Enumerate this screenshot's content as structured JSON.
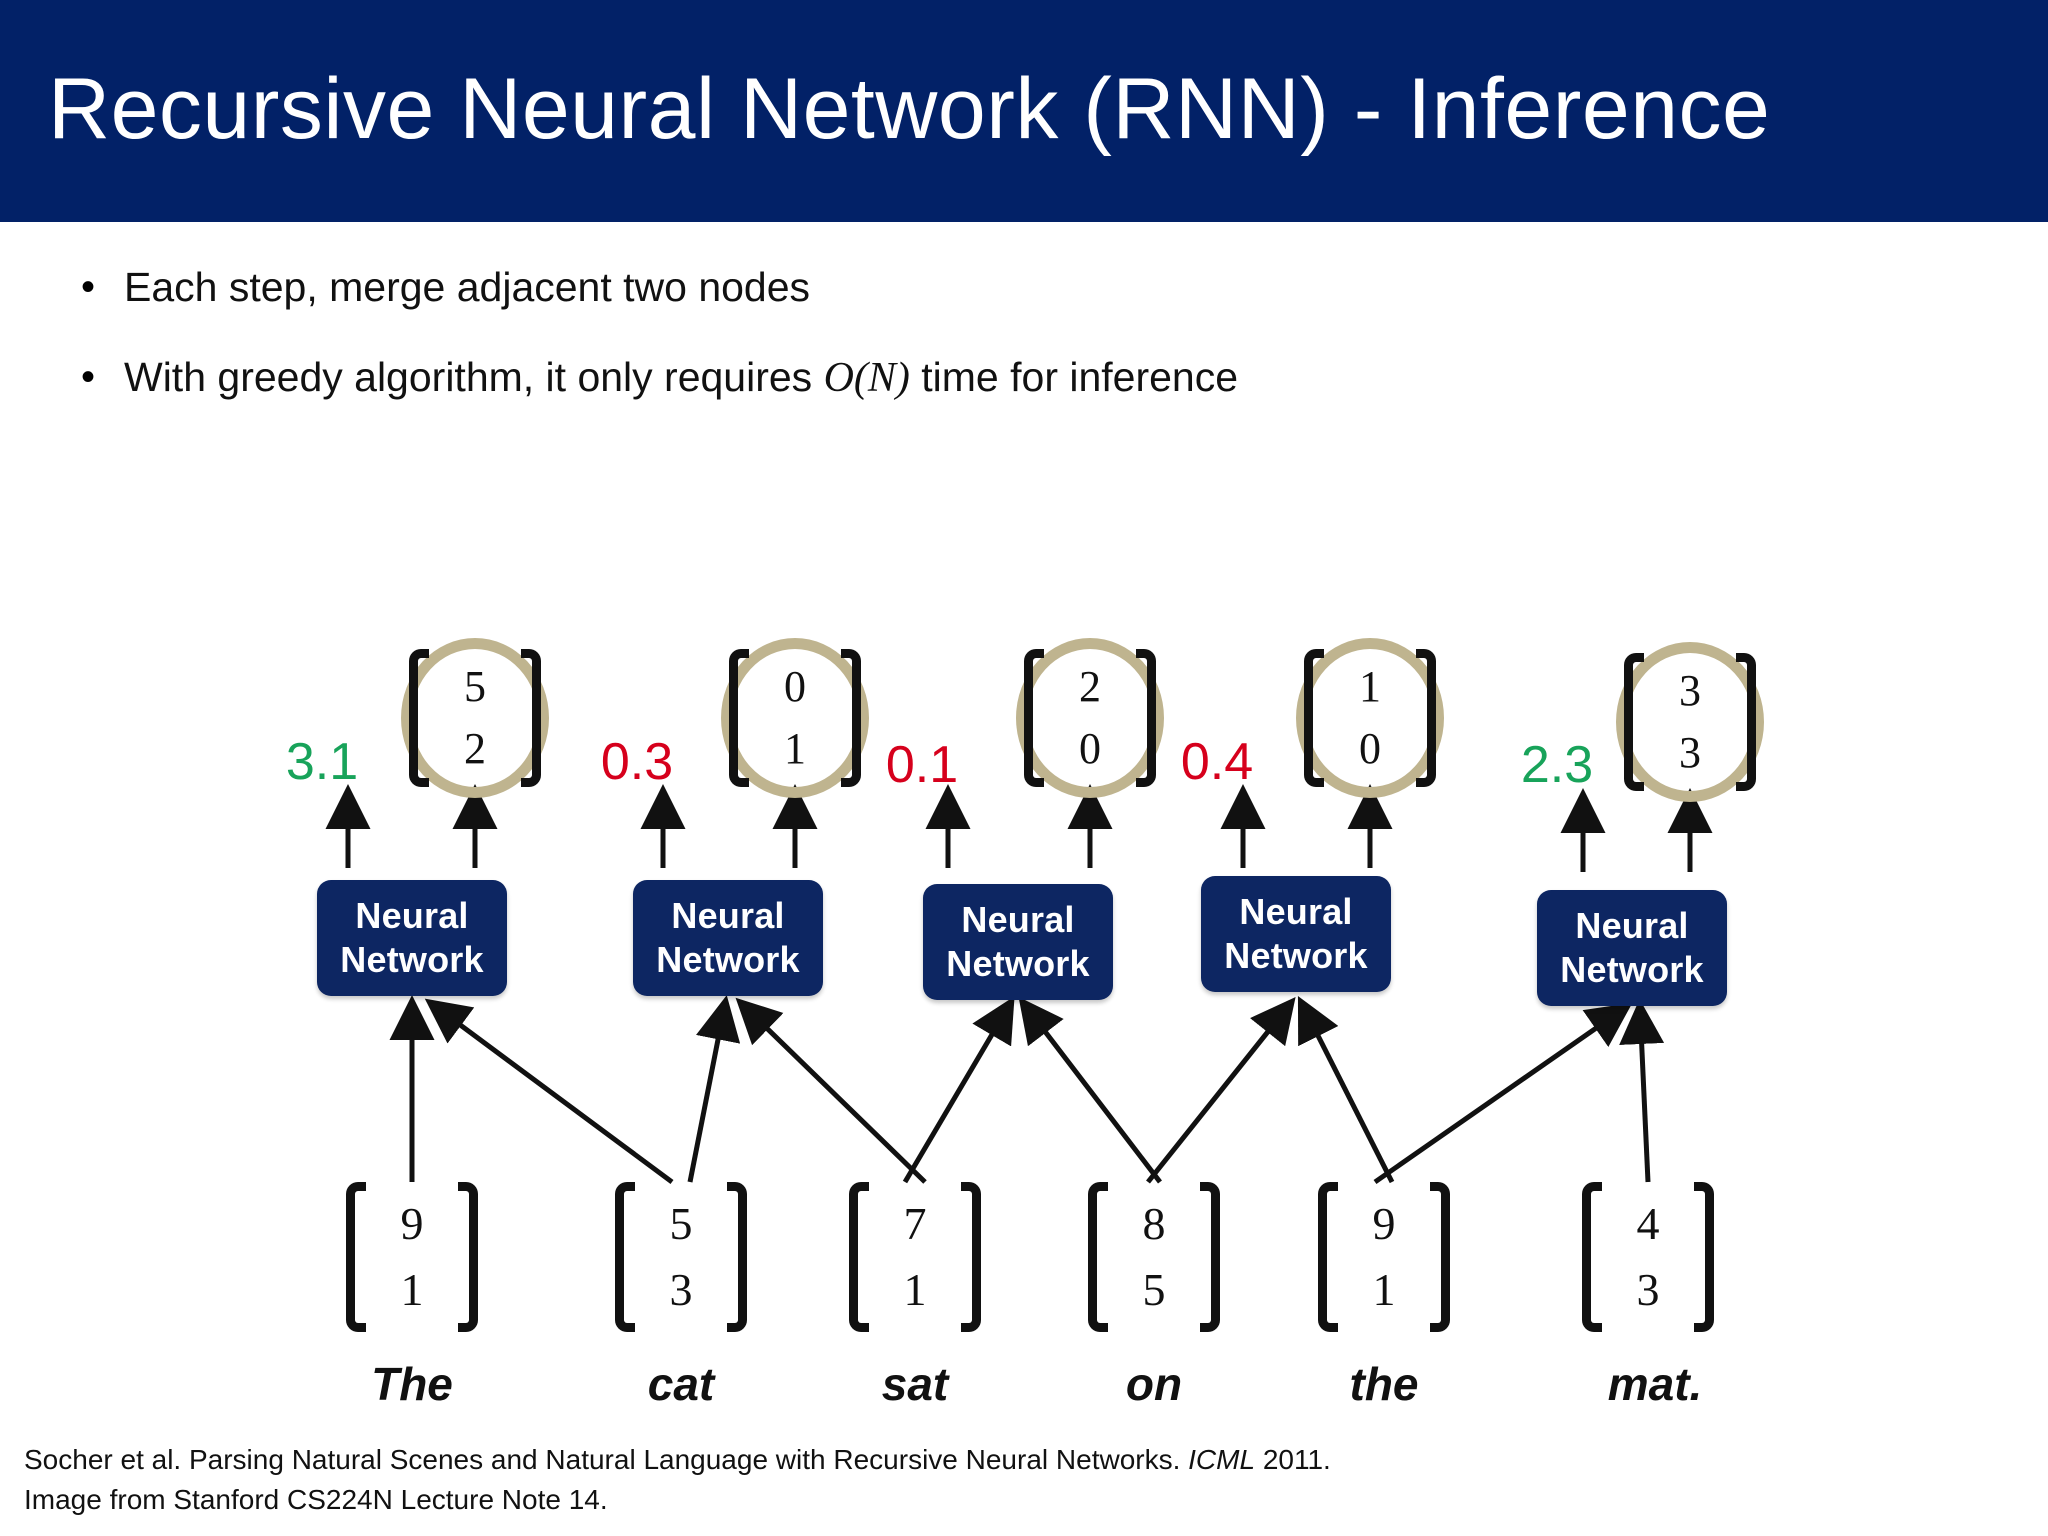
{
  "slide": {
    "title": "Recursive Neural Network (RNN) - Inference",
    "theme": {
      "header_bg": "#022167",
      "header_fg": "#ffffff",
      "box_bg": "#0d2662",
      "box_fg": "#ffffff",
      "circle_stroke": "#bfb48f",
      "score_green": "#18a35a",
      "score_red": "#d6001c",
      "body_bg": "#ffffff"
    },
    "bullets": [
      {
        "marker": "•",
        "text": "Each step, merge adjacent two nodes"
      },
      {
        "marker": "•",
        "text_before": "With greedy algorithm, it only requires ",
        "math": "O(N)",
        "text_after": " time for inference"
      }
    ]
  },
  "diagram": {
    "box_label_line1": "Neural",
    "box_label_line2": "Network",
    "candidates": [
      {
        "score": "3.1",
        "score_color": "green",
        "vector": [
          "5",
          "2"
        ]
      },
      {
        "score": "0.3",
        "score_color": "red",
        "vector": [
          "0",
          "1"
        ]
      },
      {
        "score": "0.1",
        "score_color": "red",
        "vector": [
          "2",
          "0"
        ]
      },
      {
        "score": "0.4",
        "score_color": "red",
        "vector": [
          "1",
          "0"
        ]
      },
      {
        "score": "2.3",
        "score_color": "green",
        "vector": [
          "3",
          "3"
        ]
      }
    ],
    "words": [
      {
        "label": "The",
        "vector": [
          "9",
          "1"
        ]
      },
      {
        "label": "cat",
        "vector": [
          "5",
          "3"
        ]
      },
      {
        "label": "sat",
        "vector": [
          "7",
          "1"
        ]
      },
      {
        "label": "on",
        "vector": [
          "8",
          "5"
        ]
      },
      {
        "label": "the",
        "vector": [
          "9",
          "1"
        ]
      },
      {
        "label": "mat.",
        "vector": [
          "4",
          "3"
        ]
      }
    ]
  },
  "footnote": {
    "line1_before": "Socher et al. Parsing Natural Scenes and Natural Language with Recursive Neural Networks. ",
    "line1_italic": "ICML",
    "line1_after": " 2011.",
    "line2": "Image from Stanford CS224N Lecture Note 14."
  }
}
